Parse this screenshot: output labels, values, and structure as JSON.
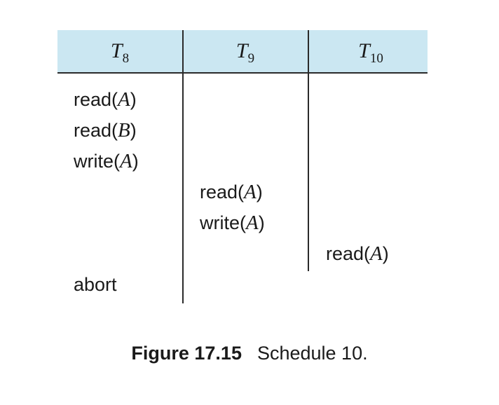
{
  "table": {
    "columns": [
      {
        "letter": "T",
        "subscript": "8"
      },
      {
        "letter": "T",
        "subscript": "9"
      },
      {
        "letter": "T",
        "subscript": "10"
      }
    ],
    "rows": [
      {
        "txn": 0,
        "action": "read",
        "item": "A"
      },
      {
        "txn": 0,
        "action": "read",
        "item": "B"
      },
      {
        "txn": 0,
        "action": "write",
        "item": "A"
      },
      {
        "txn": 1,
        "action": "read",
        "item": "A"
      },
      {
        "txn": 1,
        "action": "write",
        "item": "A"
      },
      {
        "txn": 2,
        "action": "read",
        "item": "A"
      },
      {
        "txn": 0,
        "action": "abort",
        "item": ""
      }
    ]
  },
  "caption": {
    "label": "Figure 17.15",
    "text": "Schedule 10."
  }
}
